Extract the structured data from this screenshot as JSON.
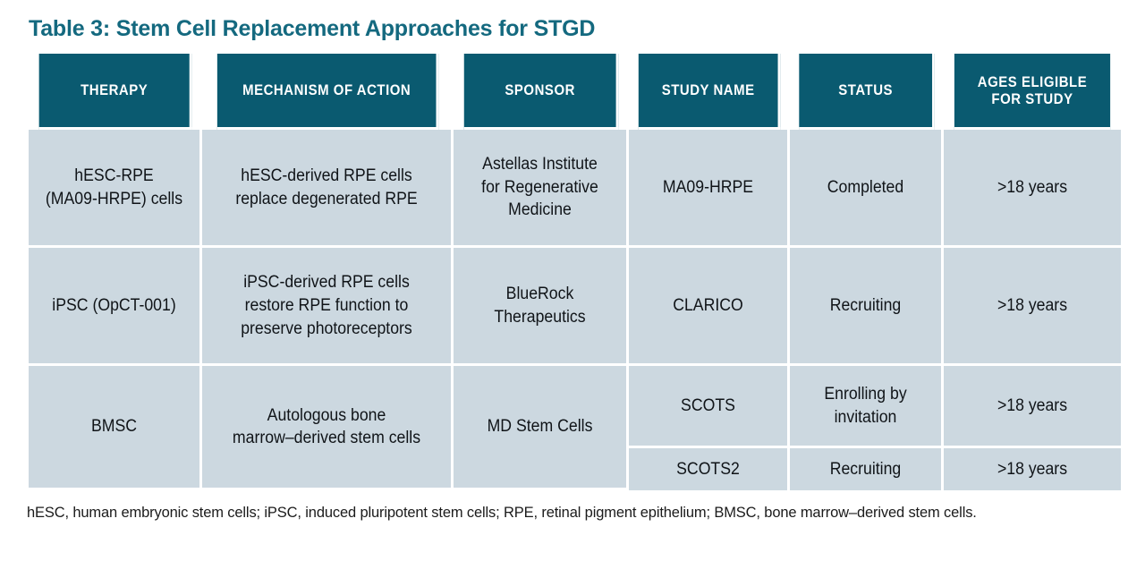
{
  "title": "Table 3: Stem Cell Replacement Approaches for STGD",
  "colors": {
    "title": "#14697f",
    "header_bg": "#0a5a70",
    "header_text": "#ffffff",
    "cell_bg": "#ccd8e0",
    "cell_text": "#101418",
    "grid_line": "#ffffff"
  },
  "table": {
    "columns": [
      "THERAPY",
      "MECHANISM OF ACTION",
      "SPONSOR",
      "STUDY NAME",
      "STATUS",
      "AGES ELIGIBLE FOR STUDY"
    ],
    "columns_display": [
      "THERAPY",
      "MECHANISM OF ACTION",
      "SPONSOR",
      "STUDY NAME",
      "STATUS",
      [
        "AGES ELIGIBLE",
        "FOR STUDY"
      ]
    ],
    "rows": [
      {
        "therapy": "hESC-RPE (MA09-HRPE) cells",
        "therapy_lines": [
          "hESC-RPE",
          "(MA09-HRPE) cells"
        ],
        "mechanism": "hESC-derived RPE cells replace degenerated RPE",
        "mechanism_lines": [
          "hESC-derived RPE cells",
          "replace degenerated RPE"
        ],
        "sponsor": "Astellas Institute for Regenerative Medicine",
        "sponsor_lines": [
          "Astellas Institute",
          "for Regenerative",
          "Medicine"
        ],
        "studies": [
          {
            "study_name": "MA09-HRPE",
            "status": "Completed",
            "ages": ">18 years"
          }
        ]
      },
      {
        "therapy": "iPSC (OpCT-001)",
        "therapy_lines": [
          "iPSC (OpCT-001)"
        ],
        "mechanism": "iPSC-derived RPE cells restore RPE function to preserve photoreceptors",
        "mechanism_lines": [
          "iPSC-derived RPE cells",
          "restore RPE function to",
          "preserve photoreceptors"
        ],
        "sponsor": "BlueRock Therapeutics",
        "sponsor_lines": [
          "BlueRock",
          "Therapeutics"
        ],
        "studies": [
          {
            "study_name": "CLARICO",
            "status": "Recruiting",
            "ages": ">18 years"
          }
        ]
      },
      {
        "therapy": "BMSC",
        "therapy_lines": [
          "BMSC"
        ],
        "mechanism": "Autologous bone marrow–derived stem cells",
        "mechanism_lines": [
          "Autologous bone",
          "marrow–derived stem cells"
        ],
        "sponsor": "MD Stem Cells",
        "sponsor_lines": [
          "MD Stem Cells"
        ],
        "studies": [
          {
            "study_name": "SCOTS",
            "status": "Enrolling by invitation",
            "status_lines": [
              "Enrolling by",
              "invitation"
            ],
            "ages": ">18 years"
          },
          {
            "study_name": "SCOTS2",
            "status": "Recruiting",
            "status_lines": [
              "Recruiting"
            ],
            "ages": ">18 years"
          }
        ]
      }
    ]
  },
  "footnote": "hESC, human embryonic stem cells;  iPSC, induced pluripotent stem cells; RPE, retinal pigment epithelium; BMSC, bone marrow–derived stem cells."
}
